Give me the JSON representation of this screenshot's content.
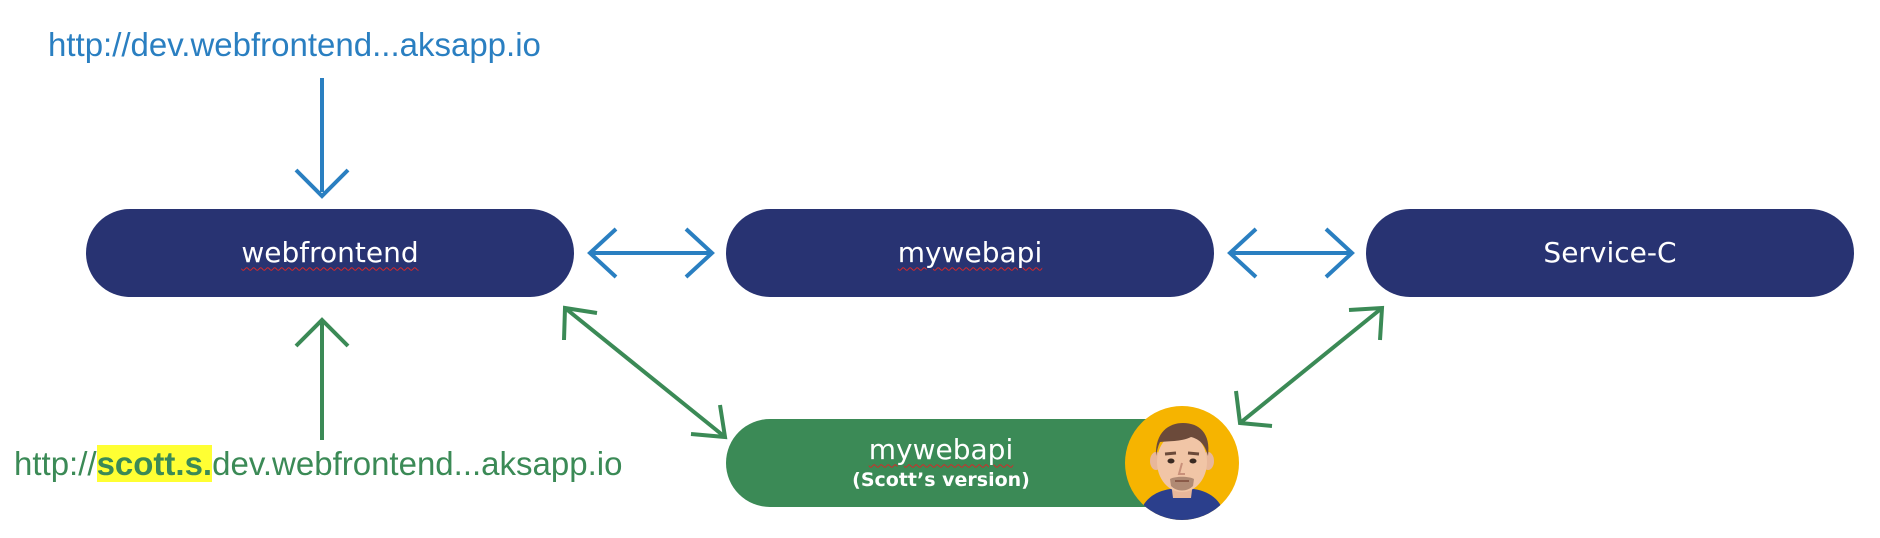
{
  "colors": {
    "blue_text": "#2a7fc1",
    "blue_arrow": "#2a7fc1",
    "green": "#3b8a56",
    "pill_navy": "#283372",
    "highlight": "#ffff33",
    "avatar_bg": "#f6b400"
  },
  "urls": {
    "top": "http://dev.webfrontend...aksapp.io",
    "bottom_prefix": "http://",
    "bottom_highlight": "scott.s.",
    "bottom_suffix": "dev.webfrontend...aksapp.io"
  },
  "services": {
    "webfrontend": "webfrontend",
    "mywebapi": "mywebapi",
    "service_c": "Service-C",
    "scott_mywebapi": "mywebapi",
    "scott_version": "(Scott’s version)"
  },
  "icons": {
    "avatar": "developer-avatar-icon"
  }
}
